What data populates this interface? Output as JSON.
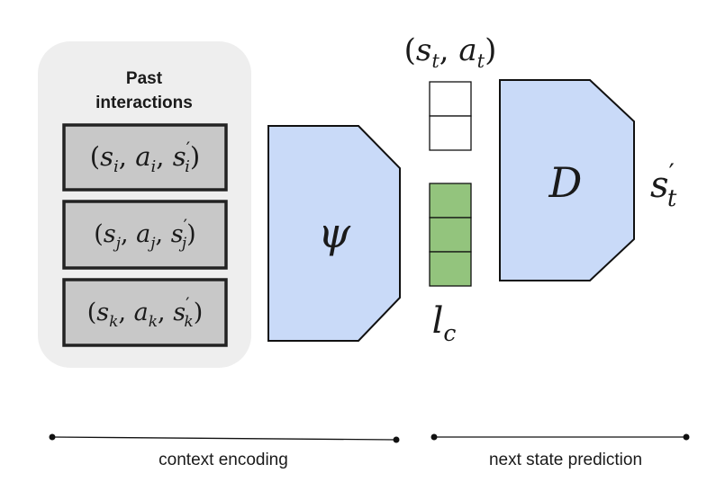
{
  "panel": {
    "title_line1": "Past",
    "title_line2": "interactions",
    "tuples": [
      "(s_i, a_i, s_i′)",
      "(s_j, a_j, s_j′)",
      "(s_k, a_k, s_k′)"
    ]
  },
  "encoder": {
    "label": "ψ"
  },
  "state_action": {
    "label": "(s_t, a_t)",
    "cells": 2
  },
  "latent": {
    "label": "l_c",
    "cells": 3
  },
  "decoder": {
    "label": "D"
  },
  "output": {
    "label": "s_t′"
  },
  "bottom": {
    "left_caption": "context encoding",
    "right_caption": "next state prediction"
  },
  "colors": {
    "panel": "#eeeeee",
    "tuple_box": "#c8c8c8",
    "block": "#c9daf8",
    "latent": "#93c47d"
  }
}
